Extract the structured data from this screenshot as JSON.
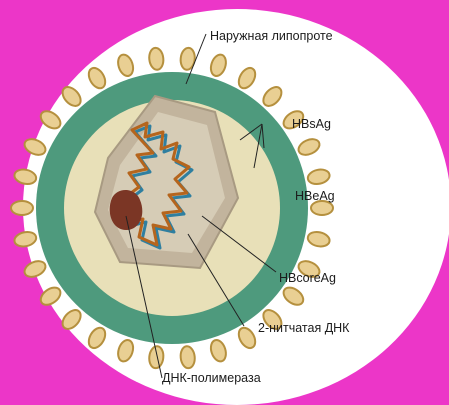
{
  "diagram": {
    "labels": {
      "outer_lipoprotein": "Наружная липопроте",
      "hbsag": "HBsAg",
      "hbeag": "HBeAg",
      "hbcoreag": "HBcoreAg",
      "dna": "2-нитчатая ДНК",
      "dna_polymerase": "ДНК-полимераза"
    }
  },
  "colors": {
    "background": "#ec36c8",
    "spike_ring": "#e9cf93",
    "envelope": "#4e9a7d",
    "inner_ring": "#e8e0b8",
    "capsid": "#c2b49d",
    "dna_strand_1": "#b5651d",
    "dna_strand_2": "#2f7fa0",
    "polymerase": "#7b3625"
  },
  "icons": {
    "spike": "lipoprotein-spike-icon",
    "polymerase": "dna-polymerase-blob-icon"
  }
}
